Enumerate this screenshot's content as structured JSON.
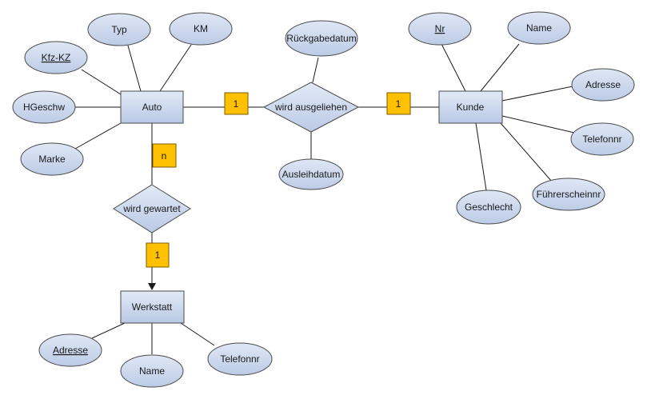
{
  "entities": {
    "auto": "Auto",
    "kunde": "Kunde",
    "werkstatt": "Werkstatt"
  },
  "relationships": {
    "ausgeliehen": "wird ausgeliehen",
    "gewartet": "wird gewartet"
  },
  "attributes": {
    "auto": {
      "typ": "Typ",
      "km": "KM",
      "kfz": "Kfz-KZ",
      "hgeschw": "HGeschw",
      "marke": "Marke"
    },
    "rel": {
      "rueckgabe": "Rückgabedatum",
      "ausleih": "Ausleihdatum"
    },
    "kunde": {
      "nr": "Nr",
      "name": "Name",
      "adresse": "Adresse",
      "telefon": "Telefonnr",
      "fuehrerschein": "Führerscheinnr",
      "geschlecht": "Geschlecht"
    },
    "werkstatt": {
      "adresse": "Adresse",
      "name": "Name",
      "telefon": "Telefonnr"
    }
  },
  "cardinalities": {
    "auto_ausgeliehen": "1",
    "kunde_ausgeliehen": "1",
    "auto_gewartet": "n",
    "werkstatt_gewartet": "1"
  },
  "colors": {
    "entity_top": "#dde6f5",
    "entity_bottom": "#b9c9e6",
    "cardinality": "#ffc000"
  }
}
